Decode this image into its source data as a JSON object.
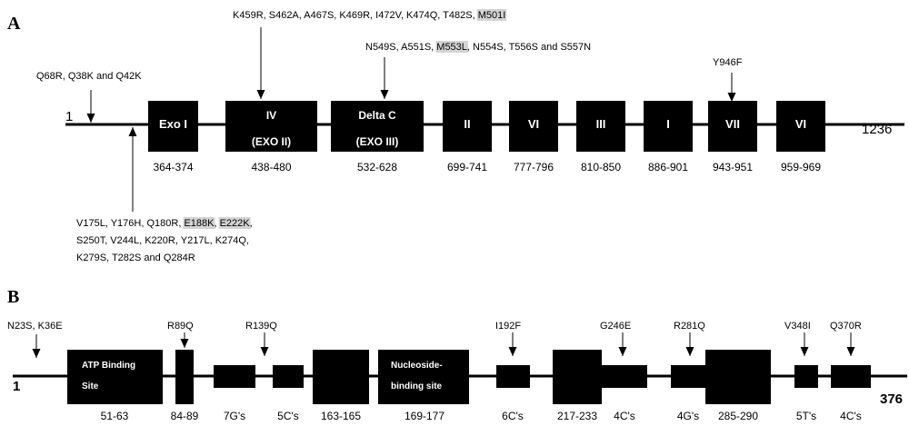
{
  "chart_data": {
    "type": "diagram",
    "panels": [
      {
        "id": "A",
        "label": "A",
        "start_label": "1",
        "end_label": "1236",
        "domains": [
          {
            "name": "Exo I",
            "range": "364-374"
          },
          {
            "name": "IV",
            "sub": "(EXO II)",
            "range": "438-480"
          },
          {
            "name": "Delta C",
            "sub": "(EXO III)",
            "range": "532-628"
          },
          {
            "name": "II",
            "range": "699-741"
          },
          {
            "name": "VI",
            "range": "777-796"
          },
          {
            "name": "III",
            "range": "810-850"
          },
          {
            "name": "I",
            "range": "886-901"
          },
          {
            "name": "VII",
            "range": "943-951"
          },
          {
            "name": "VI",
            "range": "959-969"
          }
        ],
        "mutations": [
          {
            "lines": [
              "Q68R, Q38K and Q42K"
            ],
            "direction": "down"
          },
          {
            "lines": [
              [
                {
                  "t": "K459R, S462A, A467S, K469R, I472V, K474Q, T482S, "
                },
                {
                  "t": "M501I",
                  "hl": true
                }
              ]
            ],
            "direction": "down"
          },
          {
            "lines": [
              [
                {
                  "t": "N549S, A551S, "
                },
                {
                  "t": "M553L",
                  "hl": true
                },
                {
                  "t": ", N554S, T556S and S557N"
                }
              ]
            ],
            "direction": "down"
          },
          {
            "lines": [
              "Y946F"
            ],
            "direction": "down"
          },
          {
            "lines": [
              [
                {
                  "t": "V175L, Y176H, Q180R, "
                },
                {
                  "t": "E188K",
                  "hl": true
                },
                {
                  "t": ", "
                },
                {
                  "t": "E222K",
                  "hl": true
                },
                {
                  "t": ","
                }
              ],
              "S250T, V244L, K220R, Y217L, K274Q,",
              "K279S, T282S and Q284R"
            ],
            "direction": "up"
          }
        ]
      },
      {
        "id": "B",
        "label": "B",
        "start_label": "1",
        "end_label": "376",
        "domains": [
          {
            "name": "ATP Binding Site",
            "range": "51-63"
          },
          {
            "name": "",
            "range": "84-89"
          },
          {
            "name": "",
            "range": "7G's"
          },
          {
            "name": "",
            "range": "5C's"
          },
          {
            "name": "",
            "range": "163-165"
          },
          {
            "name": "Nucleoside-binding site",
            "range": "169-177"
          },
          {
            "name": "",
            "range": "6C's"
          },
          {
            "name": "",
            "range": "217-233"
          },
          {
            "name": "",
            "range": "4C's"
          },
          {
            "name": "",
            "range": "4G's"
          },
          {
            "name": "",
            "range": "285-290"
          },
          {
            "name": "",
            "range": "5T's"
          },
          {
            "name": "",
            "range": "4C's"
          }
        ],
        "mutations": [
          {
            "lines": [
              "N23S, K36E"
            ],
            "direction": "down"
          },
          {
            "lines": [
              "R89Q"
            ],
            "direction": "down"
          },
          {
            "lines": [
              "R139Q"
            ],
            "direction": "down"
          },
          {
            "lines": [
              "I192F"
            ],
            "direction": "down"
          },
          {
            "lines": [
              "G246E"
            ],
            "direction": "down"
          },
          {
            "lines": [
              "R281Q"
            ],
            "direction": "down"
          },
          {
            "lines": [
              "V348I"
            ],
            "direction": "down"
          },
          {
            "lines": [
              "Q370R"
            ],
            "direction": "down"
          }
        ]
      }
    ]
  }
}
